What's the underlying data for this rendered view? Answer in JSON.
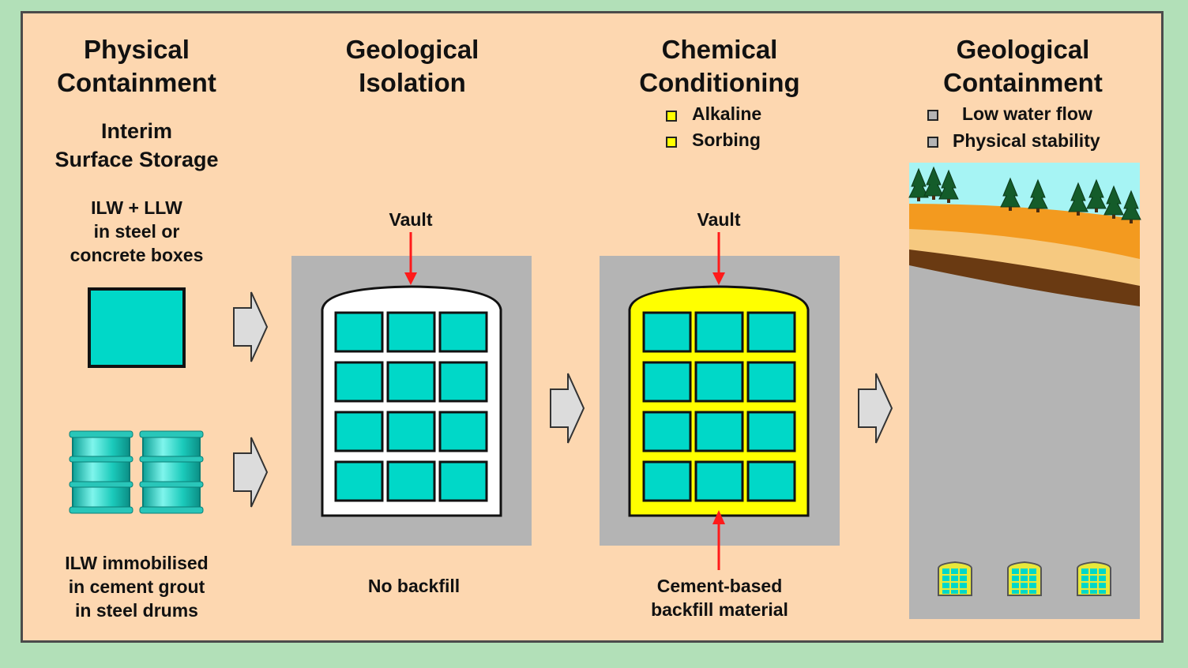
{
  "columns": {
    "physical": {
      "title_line1": "Physical",
      "title_line2": "Containment",
      "subtitle_line1": "Interim",
      "subtitle_line2": "Surface Storage",
      "boxes_line1": "ILW + LLW",
      "boxes_line2": "in steel or",
      "boxes_line3": "concrete boxes",
      "drums_line1": "ILW immobilised",
      "drums_line2": "in cement grout",
      "drums_line3": "in steel drums"
    },
    "isolation": {
      "title_line1": "Geological",
      "title_line2": "Isolation",
      "vault_label": "Vault",
      "caption": "No backfill"
    },
    "chemical": {
      "title_line1": "Chemical",
      "title_line2": "Conditioning",
      "legend": [
        "Alkaline",
        "Sorbing"
      ],
      "vault_label": "Vault",
      "caption_line1": "Cement-based",
      "caption_line2": "backfill material"
    },
    "geo_containment": {
      "title_line1": "Geological",
      "title_line2": "Containment",
      "legend": [
        "Low water flow",
        "Physical stability"
      ]
    }
  },
  "colors": {
    "background": "#b2e0b8",
    "panel": "#fdd7b0",
    "cell": "#00d8c8",
    "vault_grey": "#b4b4b4",
    "backfill_yellow": "#ffff00",
    "arrow_red": "#ff1a1a",
    "sky": "#a6f4f4",
    "orange_layer": "#f39a1f",
    "tan_layer": "#f6c980",
    "brown_layer": "#6a3a12"
  },
  "icons": {
    "flow_arrow": "block-arrow-right",
    "tree": "conifer-tree-icon",
    "drum": "steel-drum-icon",
    "box": "concrete-box-icon"
  }
}
